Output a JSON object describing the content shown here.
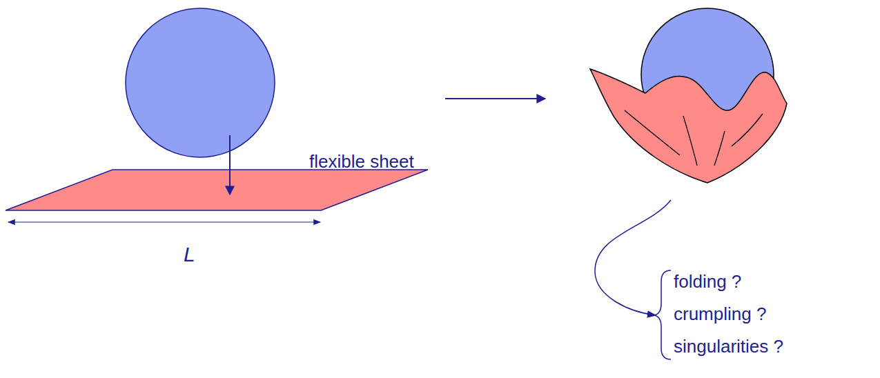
{
  "diagram": {
    "labels": [
      "flexible sheet",
      "L",
      "folding ?",
      "crumpling ?",
      "singularities ?"
    ]
  }
}
